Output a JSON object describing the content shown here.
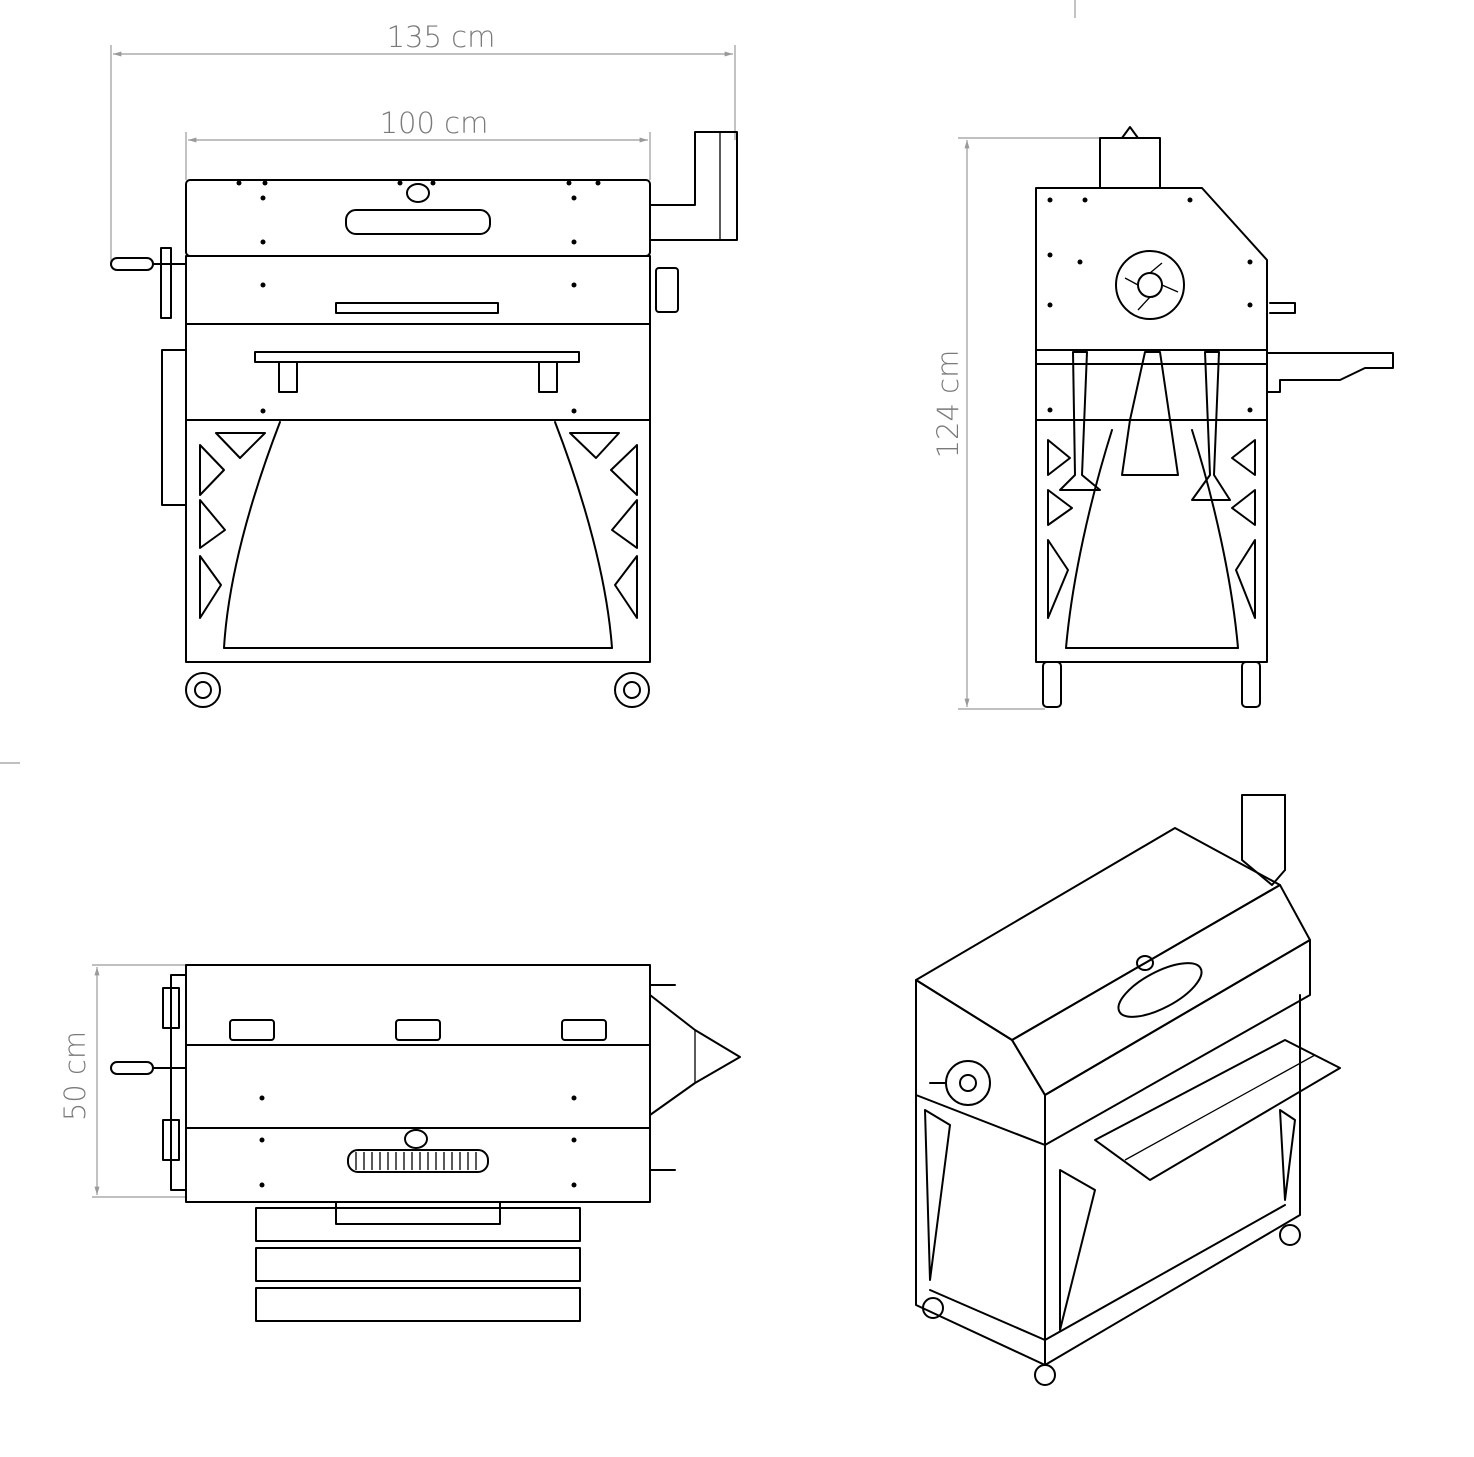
{
  "dimensions": {
    "overall_width": "135 cm",
    "body_width": "100 cm",
    "height": "124 cm",
    "depth": "50 cm"
  },
  "views": [
    {
      "id": "front",
      "name": "front view"
    },
    {
      "id": "side",
      "name": "side view"
    },
    {
      "id": "top",
      "name": "top view"
    },
    {
      "id": "iso",
      "name": "isometric view"
    }
  ],
  "colors": {
    "line": "#000000",
    "dimension_line": "#9a9a9a",
    "dimension_text": "#7a7a7a",
    "background": "#ffffff"
  }
}
